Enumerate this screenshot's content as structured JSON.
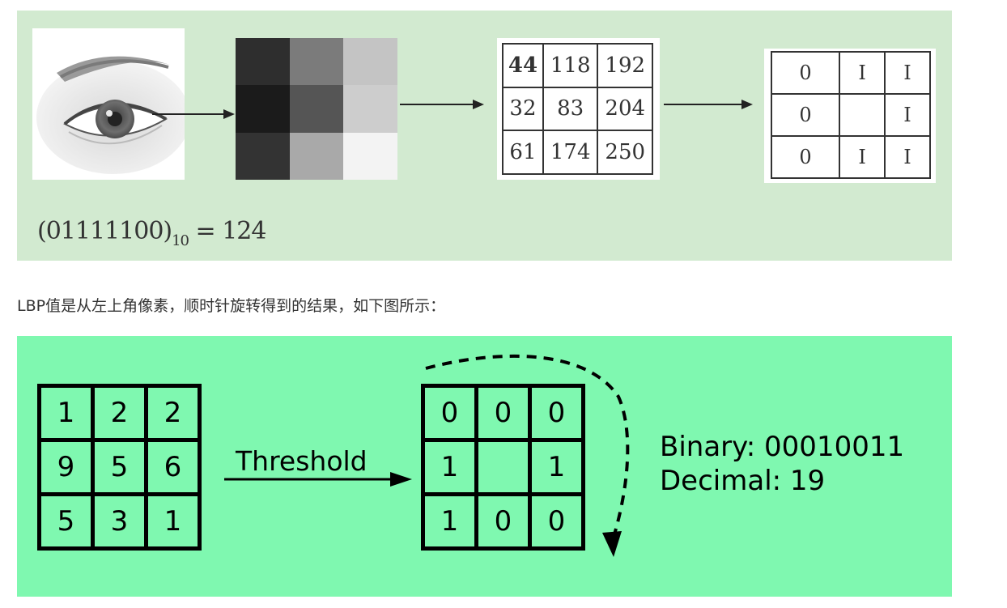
{
  "figure1": {
    "photo_icon": "eye-photo-icon",
    "gray_levels": [
      "#2e2e2e",
      "#7b7b7b",
      "#c4c4c4",
      "#1b1b1b",
      "#555555",
      "#cdcdcd",
      "#333333",
      "#a9a9a9",
      "#f3f3f3"
    ],
    "pixel_values": [
      [
        "44",
        "118",
        "192"
      ],
      [
        "32",
        "83",
        "204"
      ],
      [
        "61",
        "174",
        "250"
      ]
    ],
    "binary_values": [
      [
        "0",
        "I",
        "I"
      ],
      [
        "0",
        "",
        "I"
      ],
      [
        "0",
        "I",
        "I"
      ]
    ],
    "formula": {
      "value": "(01111100)",
      "subscript": "10",
      "result": " = 124"
    }
  },
  "caption": "LBP值是从左上角像素，顺时针旋转得到的结果，如下图所示：",
  "figure2": {
    "input_grid": [
      [
        "1",
        "2",
        "2"
      ],
      [
        "9",
        "5",
        "6"
      ],
      [
        "5",
        "3",
        "1"
      ]
    ],
    "threshold_label": "Threshold",
    "output_grid": [
      [
        "0",
        "0",
        "0"
      ],
      [
        "1",
        "",
        "1"
      ],
      [
        "1",
        "0",
        "0"
      ]
    ],
    "binary_line": "Binary: 00010011",
    "decimal_line": "Decimal: 19"
  }
}
